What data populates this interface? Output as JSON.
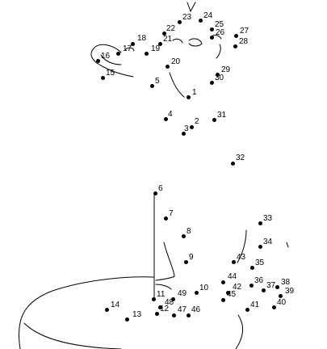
{
  "puzzle": {
    "ink_color": "#000000",
    "background": "#ffffff",
    "dots": [
      {
        "label": "1"
      },
      {
        "label": "2"
      },
      {
        "label": "3"
      },
      {
        "label": "4"
      },
      {
        "label": "5"
      },
      {
        "label": "6"
      },
      {
        "label": "7"
      },
      {
        "label": "8"
      },
      {
        "label": "9"
      },
      {
        "label": "10"
      },
      {
        "label": "11"
      },
      {
        "label": "12"
      },
      {
        "label": "13"
      },
      {
        "label": "14"
      },
      {
        "label": "15"
      },
      {
        "label": "16"
      },
      {
        "label": "17"
      },
      {
        "label": "18"
      },
      {
        "label": "19"
      },
      {
        "label": "20"
      },
      {
        "label": "21"
      },
      {
        "label": "22"
      },
      {
        "label": "23"
      },
      {
        "label": "24"
      },
      {
        "label": "25"
      },
      {
        "label": "26"
      },
      {
        "label": "27"
      },
      {
        "label": "28"
      },
      {
        "label": "29"
      },
      {
        "label": "30"
      },
      {
        "label": "31"
      },
      {
        "label": "32"
      },
      {
        "label": "33"
      },
      {
        "label": "34"
      },
      {
        "label": "35"
      },
      {
        "label": "36"
      },
      {
        "label": "37"
      },
      {
        "label": "38"
      },
      {
        "label": "39"
      },
      {
        "label": "40"
      },
      {
        "label": "41"
      },
      {
        "label": "42"
      },
      {
        "label": "43"
      },
      {
        "label": "44"
      },
      {
        "label": "45"
      },
      {
        "label": "46"
      },
      {
        "label": "47"
      },
      {
        "label": "48"
      },
      {
        "label": "49"
      }
    ]
  }
}
